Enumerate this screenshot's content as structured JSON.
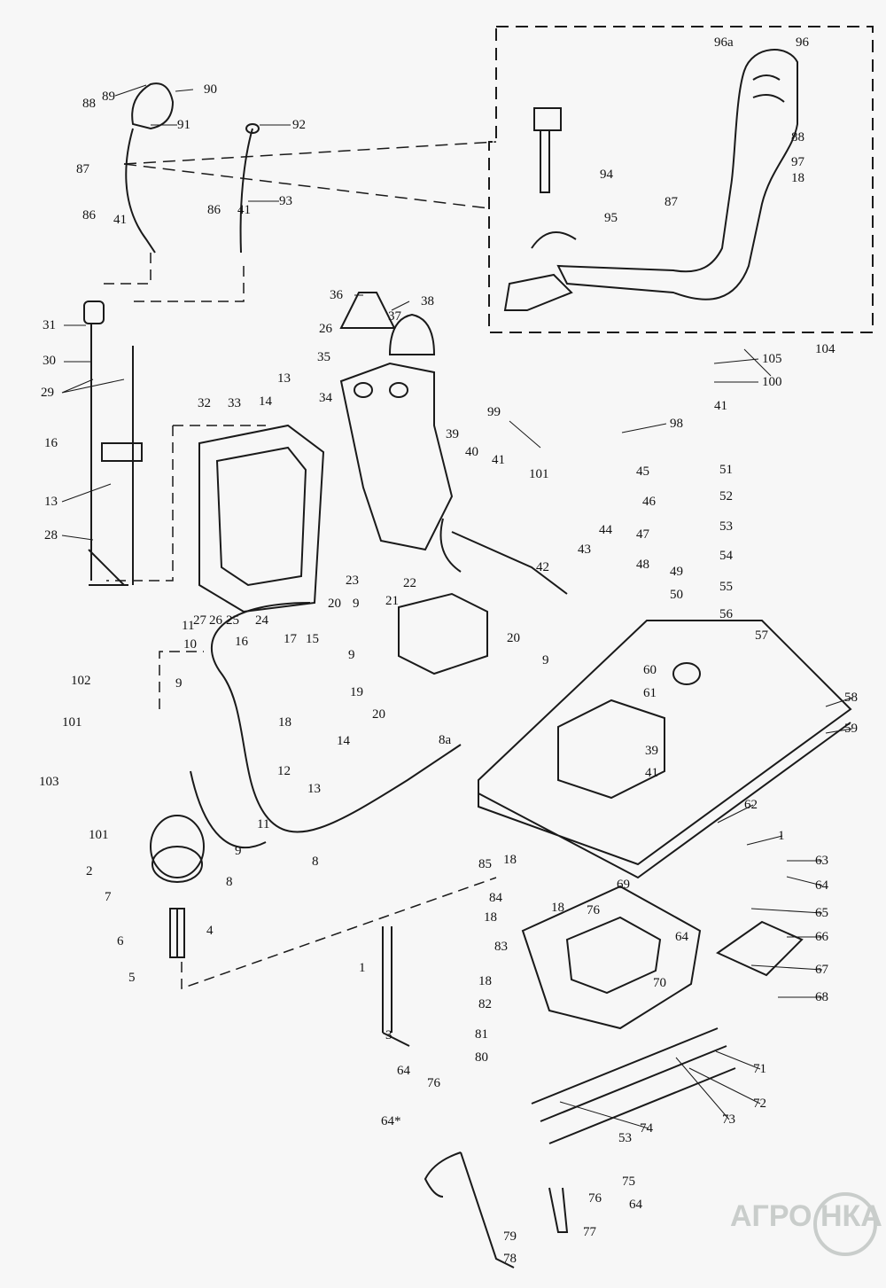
{
  "title": "Exploded view of gearshift control mechanism",
  "labels": [
    "89",
    "90",
    "88",
    "91",
    "92",
    "87",
    "86",
    "41",
    "86",
    "41",
    "93",
    "31",
    "30",
    "29",
    "16",
    "13",
    "28",
    "36",
    "38",
    "26",
    "37",
    "35",
    "13",
    "34",
    "14",
    "32",
    "33",
    "39",
    "40",
    "41",
    "27",
    "26",
    "25",
    "24",
    "23",
    "22",
    "21",
    "20",
    "9",
    "11",
    "10",
    "16",
    "17",
    "15",
    "9",
    "19",
    "20",
    "18",
    "14",
    "12",
    "13",
    "8a",
    "20",
    "9",
    "102",
    "101",
    "103",
    "9",
    "101",
    "2",
    "7",
    "11",
    "8",
    "8",
    "9",
    "6",
    "4",
    "5",
    "1",
    "3",
    "105",
    "100",
    "41",
    "104",
    "99",
    "98",
    "101",
    "45",
    "46",
    "47",
    "48",
    "44",
    "43",
    "42",
    "51",
    "52",
    "53",
    "54",
    "55",
    "56",
    "49",
    "50",
    "57",
    "58",
    "59",
    "60",
    "61",
    "39",
    "41",
    "85",
    "18",
    "62",
    "1",
    "63",
    "64",
    "65",
    "84",
    "18",
    "18",
    "69",
    "76",
    "64",
    "66",
    "67",
    "68",
    "70",
    "83",
    "18",
    "82",
    "81",
    "80",
    "64",
    "76",
    "64*",
    "71",
    "72",
    "73",
    "74",
    "53",
    "75",
    "76",
    "64",
    "77",
    "79",
    "78",
    "96a",
    "96",
    "88",
    "97",
    "18",
    "94",
    "87",
    "95"
  ],
  "watermark": {
    "text_left": "АГРО",
    "text_right": "НКА",
    "color": "#c9cdcb"
  }
}
